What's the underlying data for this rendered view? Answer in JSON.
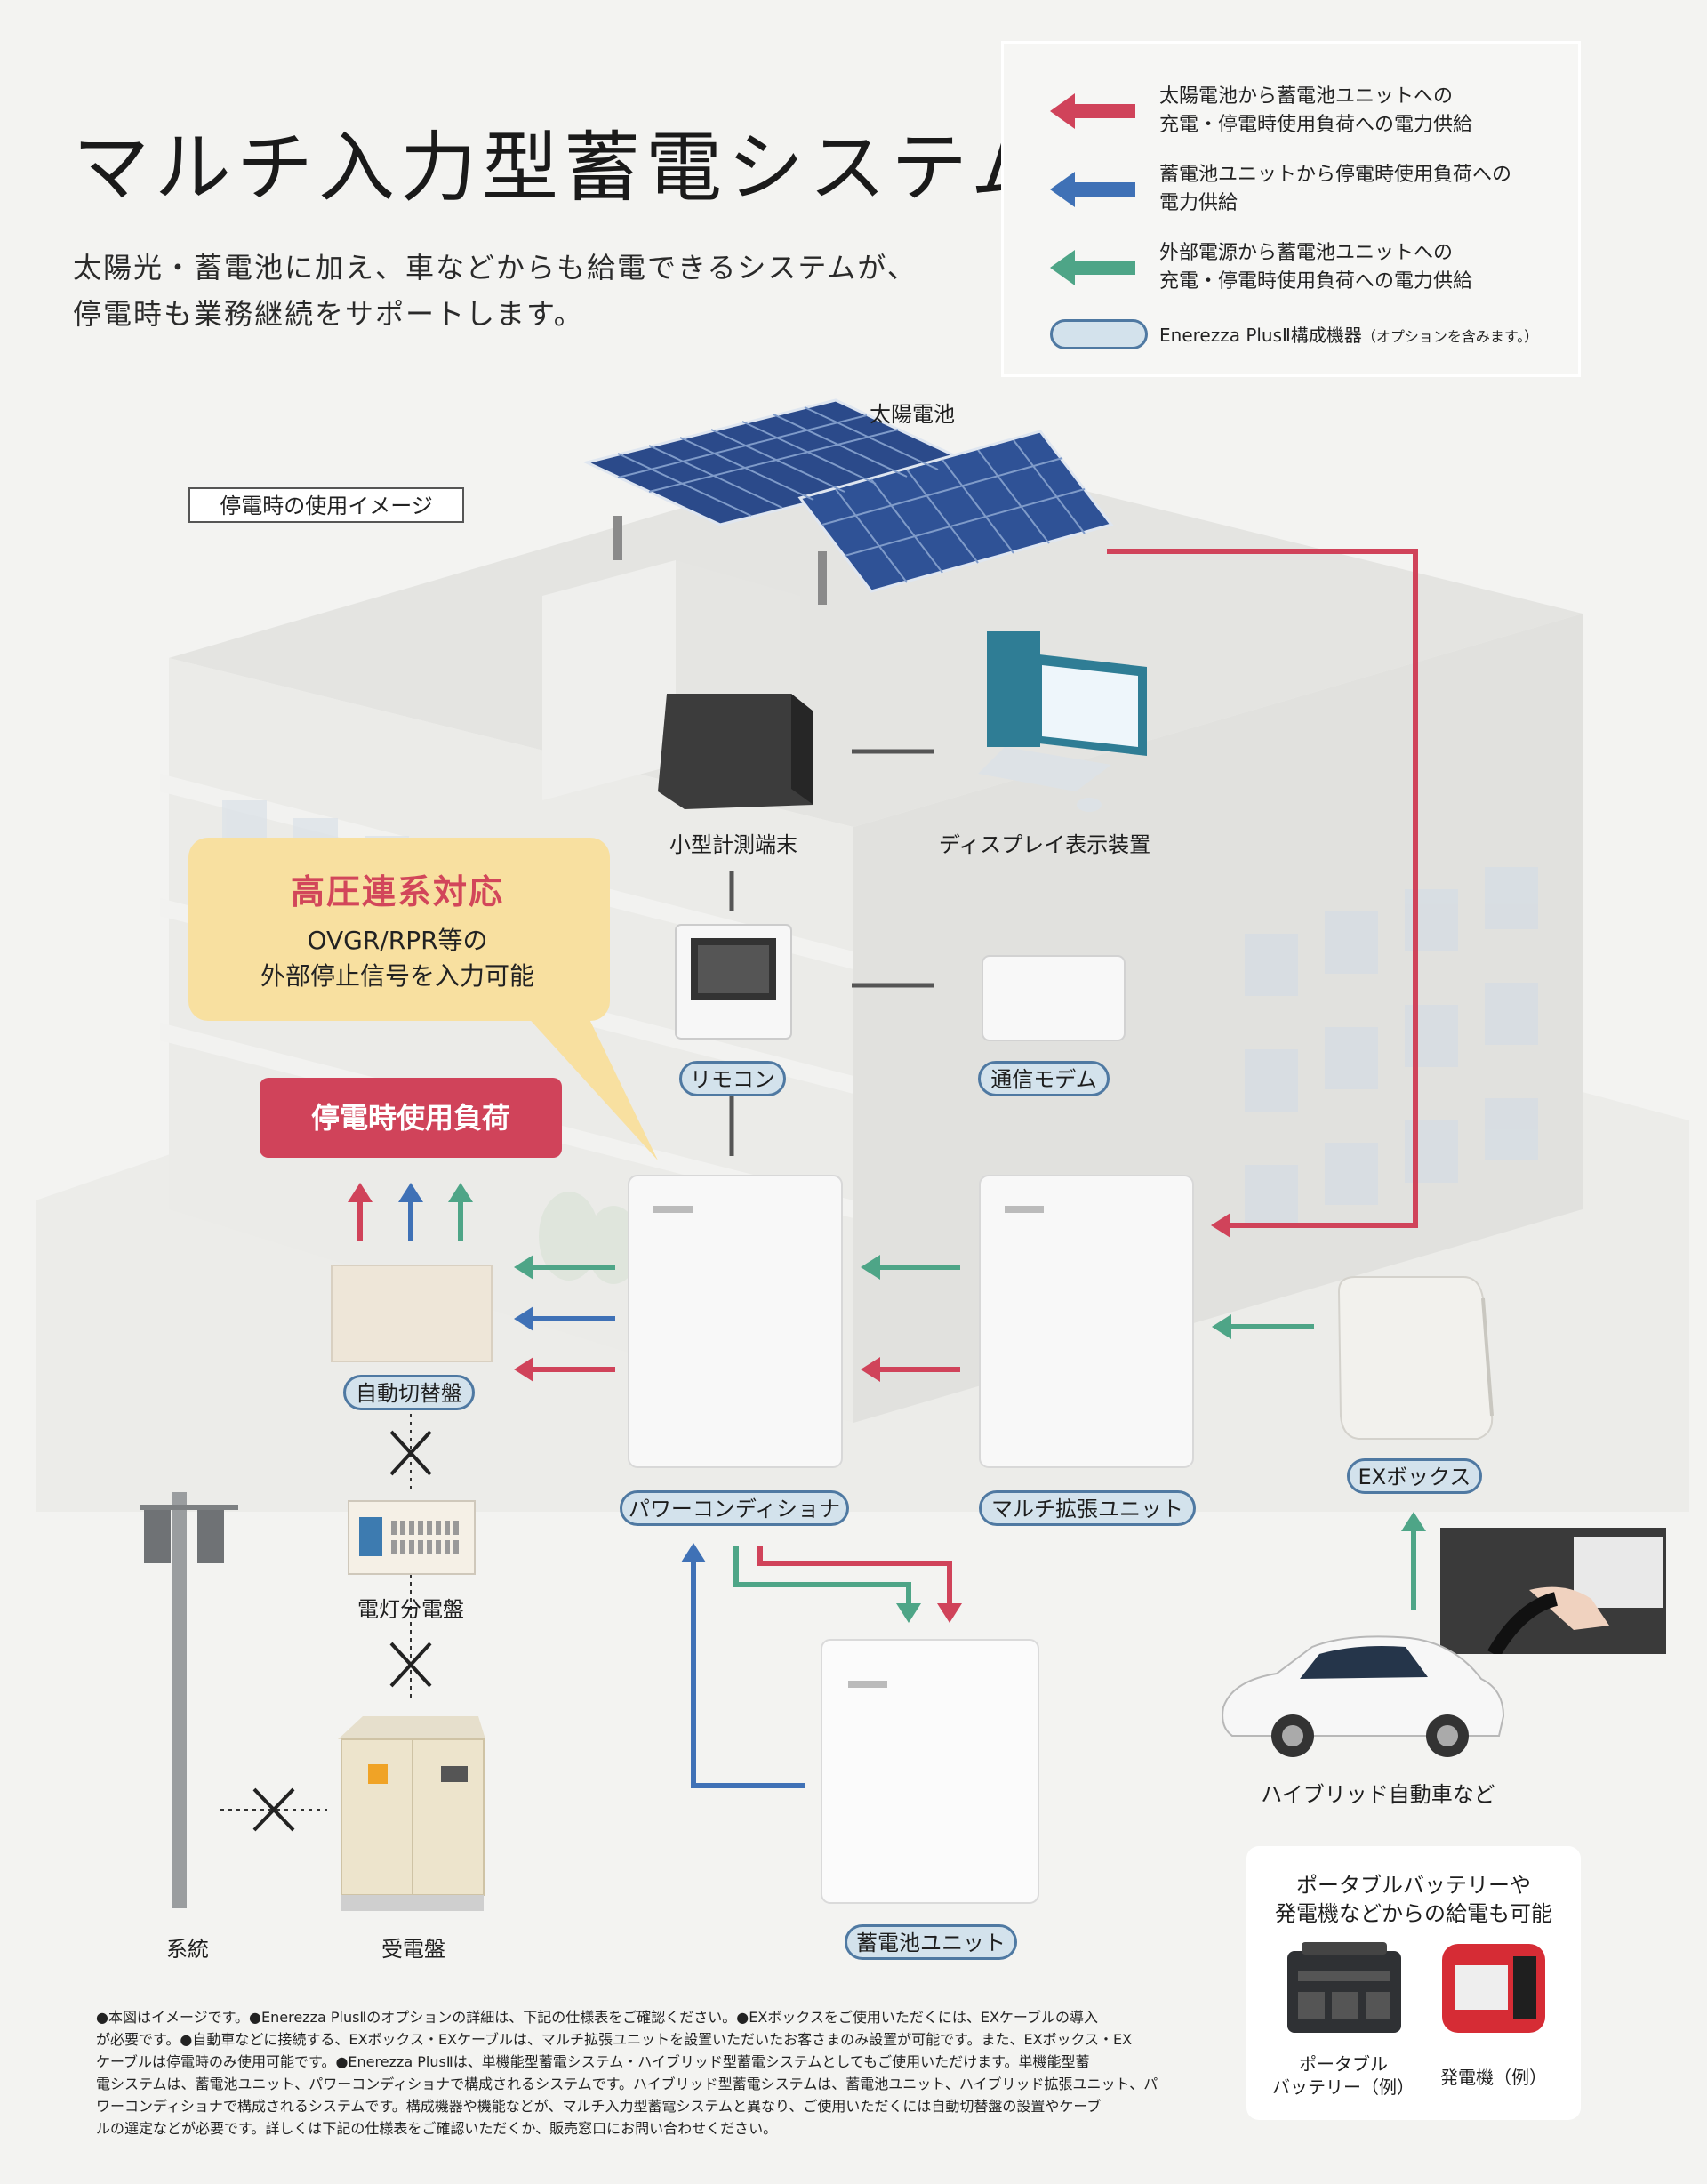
{
  "header": {
    "title": "マルチ入力型蓄電システム",
    "subtitle_line1": "太陽光・蓄電池に加え、車などからも給電できるシステムが、",
    "subtitle_line2": "停電時も業務継続をサポートします。"
  },
  "legend": {
    "items": [
      {
        "line1": "太陽電池から蓄電池ユニットへの",
        "line2": "充電・停電時使用負荷への電力供給",
        "color": "#d0435a"
      },
      {
        "line1": "蓄電池ユニットから停電時使用負荷への",
        "line2": "電力供給",
        "color": "#3f71b6"
      },
      {
        "line1": "外部電源から蓄電池ユニットへの",
        "line2": "充電・停電時使用負荷への電力供給",
        "color": "#4ea587"
      }
    ],
    "component_label": "Enerezza PlusⅡ構成機器",
    "component_note": "（オプションを含みます。）"
  },
  "scene": {
    "image_label": "停電時の使用イメージ",
    "solar": "太陽電池",
    "meter": "小型計測端末",
    "display": "ディスプレイ表示装置",
    "remote": "リモコン",
    "modem": "通信モデム",
    "power_conditioner": "パワーコンディショナ",
    "multi_unit": "マルチ拡張ユニット",
    "ex_box": "EXボックス",
    "battery_unit": "蓄電池ユニット",
    "auto_switch": "自動切替盤",
    "distribution": "電灯分電盤",
    "substation": "受電盤",
    "grid": "系統",
    "hybrid_car": "ハイブリッド自動車など"
  },
  "callout": {
    "title": "高圧連系対応",
    "line1": "OVGR/RPR等の",
    "line2": "外部停止信号を入力可能"
  },
  "load_banner": "停電時使用負荷",
  "portable": {
    "heading_line1": "ポータブルバッテリーや",
    "heading_line2": "発電機などからの給電も可能",
    "battery_line1": "ポータブル",
    "battery_line2": "バッテリー（例）",
    "generator": "発電機（例）"
  },
  "footnote": [
    "●本図はイメージです。●Enerezza PlusⅡのオプションの詳細は、下記の仕様表をご確認ください。●EXボックスをご使用いただくには、EXケーブルの導入",
    "が必要です。●自動車などに接続する、EXボックス・EXケーブルは、マルチ拡張ユニットを設置いただいたお客さまのみ設置が可能です。また、EXボックス・EX",
    "ケーブルは停電時のみ使用可能です。●Enerezza PlusⅡは、単機能型蓄電システム・ハイブリッド型蓄電システムとしてもご使用いただけます。単機能型蓄",
    "電システムは、蓄電池ユニット、パワーコンディショナで構成されるシステムです。ハイブリッド型蓄電システムは、蓄電池ユニット、ハイブリッド拡張ユニット、パ",
    "ワーコンディショナで構成されるシステムです。構成機器や機能などが、マルチ入力型蓄電システムと異なり、ご使用いただくには自動切替盤の設置やケーブ",
    "ルの選定などが必要です。詳しくは下記の仕様表をご確認いただくか、販売窓口にお問い合わせください。"
  ],
  "colors": {
    "red": "#d0435a",
    "blue": "#3f71b6",
    "green": "#4ea587",
    "tag_fill": "#d3e2ec",
    "tag_border": "#4f79a2"
  }
}
